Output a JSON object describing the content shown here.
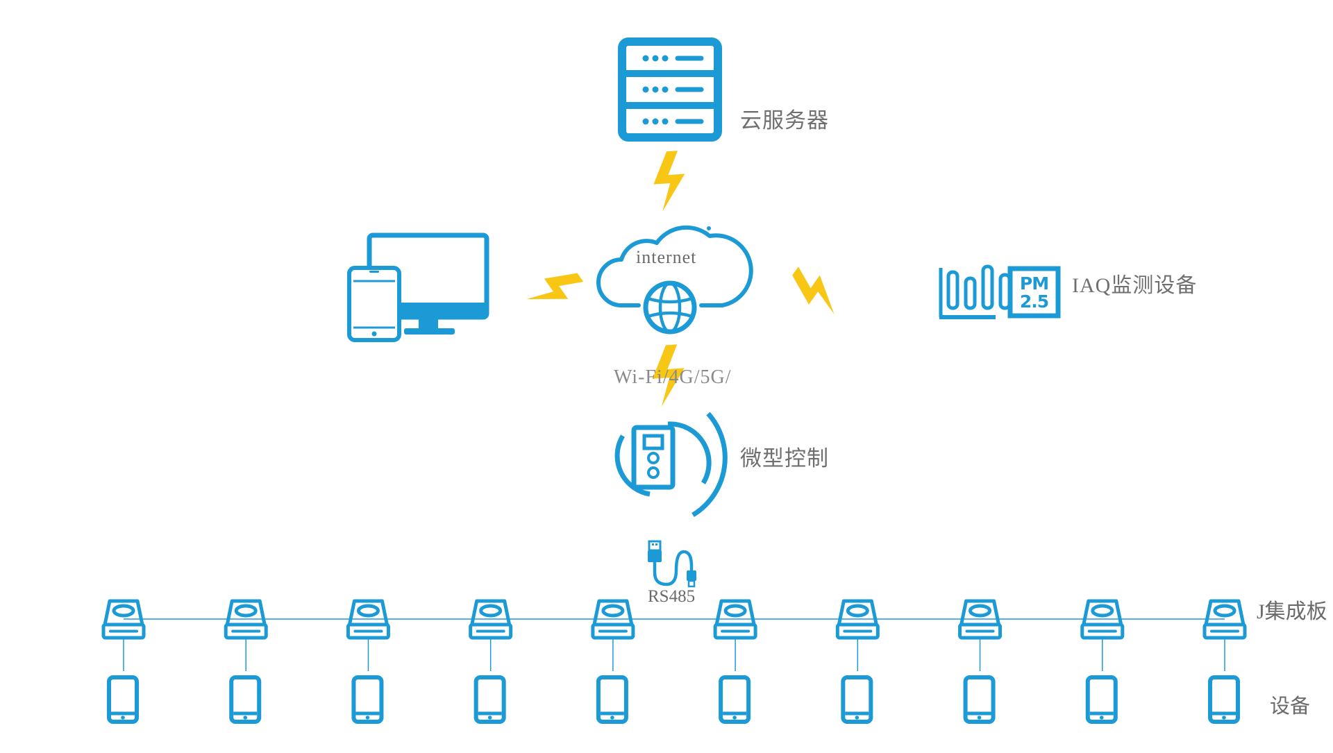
{
  "colors": {
    "icon_blue": "#1c9ad6",
    "bolt_yellow": "#f8c614",
    "text_gray": "#6f6f6f"
  },
  "labels": {
    "cloud_server": "云服务器",
    "internet": "internet",
    "iaq_device": "IAQ监测设备",
    "wifi": "Wi-Fi/4G/5G/",
    "micro_control": "微型控制",
    "rs485": "RS485",
    "integration_board": "J集成板",
    "device": "设备"
  },
  "pm_badge": {
    "line1": "PM",
    "line2": "2.5"
  },
  "icons": {
    "server": "server-rack-icon",
    "cloud": "cloud-globe-icon",
    "terminals": "tablet-monitor-icon",
    "iaq_chart": "bar-chart-icon",
    "controller": "controller-icon",
    "cable": "usb-cable-icon",
    "board": "integration-board-icon",
    "device": "phone-device-icon",
    "link": "lightning-bolt-icon"
  },
  "node_count": 10
}
